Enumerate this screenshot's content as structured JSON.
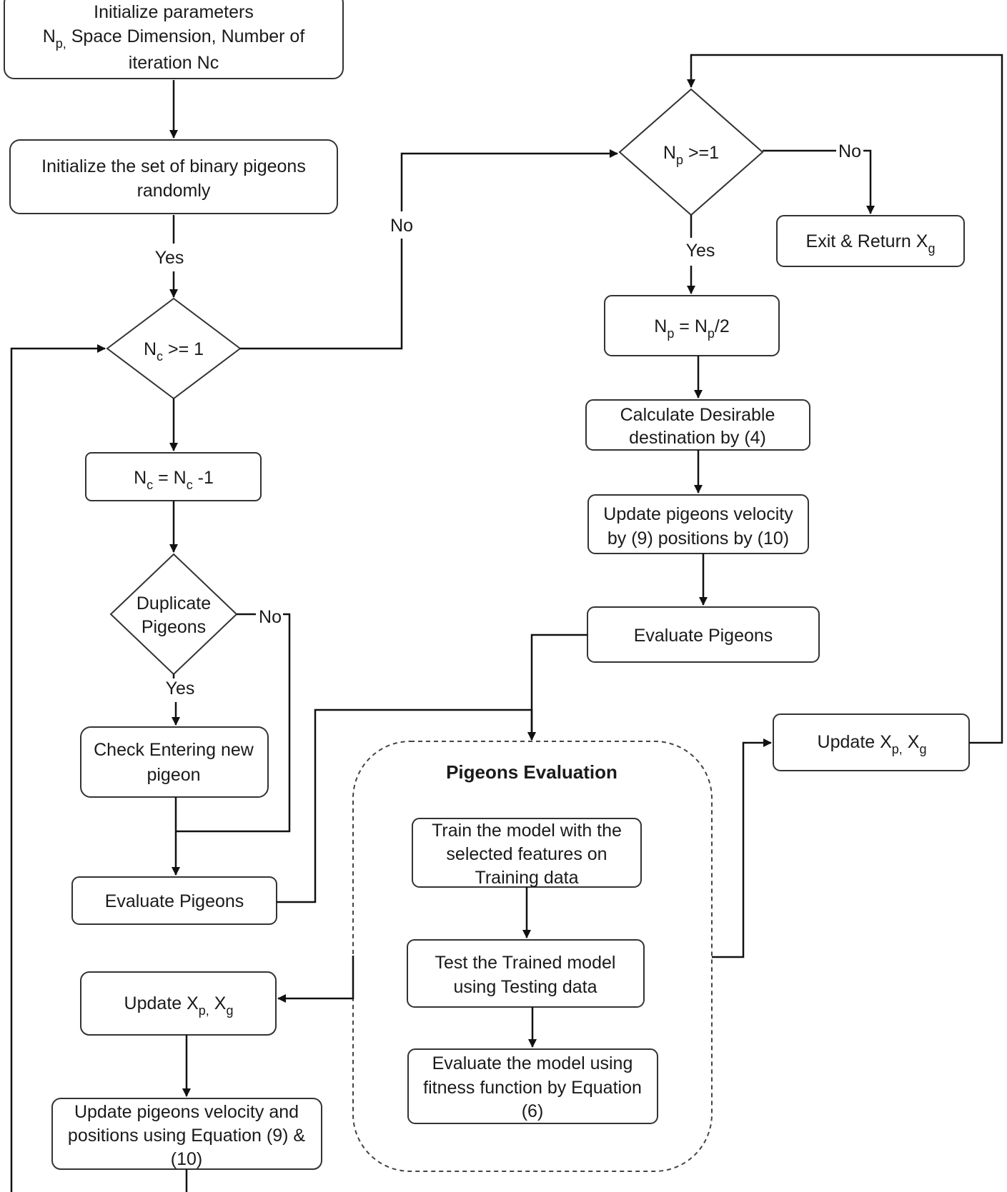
{
  "nodes": {
    "init_params": {
      "shape": "rounded-rect",
      "line1": "Initialize parameters",
      "line2_a": "N",
      "line2_sub": "p,",
      "line2_b": " Space Dimension, Number of",
      "line3": "iteration Nc"
    },
    "init_pigeons": {
      "shape": "rounded-rect",
      "lines": [
        "Initialize the set of binary pigeons",
        "randomly"
      ]
    },
    "nc_check": {
      "shape": "diamond",
      "main": "N",
      "sub": "c",
      "rest": " >= 1"
    },
    "nc_decrement": {
      "shape": "rounded-rect",
      "a": "N",
      "a_sub": "c",
      "mid": " = N",
      "b_sub": "c",
      "rest": " -1"
    },
    "duplicate_check": {
      "shape": "diamond",
      "lines": [
        "Duplicate",
        "Pigeons"
      ]
    },
    "check_entering": {
      "shape": "rounded-rect",
      "lines": [
        "Check  Entering new",
        "pigeon"
      ]
    },
    "evaluate_left": {
      "shape": "rounded-rect",
      "label": "Evaluate Pigeons"
    },
    "update_left": {
      "shape": "rounded-rect",
      "prefix": "Update X",
      "sub1": "p,",
      "mid": " X",
      "sub2": "g"
    },
    "update_velocity_left": {
      "shape": "rounded-rect",
      "lines": [
        "Update pigeons velocity and",
        "positions using Equation (9) &",
        "(10)"
      ]
    },
    "np_check": {
      "shape": "diamond",
      "main": "N",
      "sub": "p",
      "rest": "  >=1"
    },
    "exit_return": {
      "shape": "rounded-rect",
      "prefix": "Exit & Return X",
      "sub": "g"
    },
    "np_halve": {
      "shape": "rounded-rect",
      "a": "N",
      "a_sub": "p",
      "mid": " = N",
      "b_sub": "p",
      "rest": "/2"
    },
    "desirable_dest": {
      "shape": "rounded-rect",
      "lines": [
        "Calculate Desirable",
        "destination by (4)"
      ]
    },
    "update_velocity_right": {
      "shape": "rounded-rect",
      "lines": [
        "Update pigeons velocity",
        "by (9) positions by (10)"
      ]
    },
    "evaluate_right": {
      "shape": "rounded-rect",
      "label": "Evaluate Pigeons"
    },
    "update_right": {
      "shape": "rounded-rect",
      "prefix": "Update X",
      "sub1": "p,",
      "mid": " X",
      "sub2": "g"
    }
  },
  "group": {
    "title": "Pigeons Evaluation",
    "train": [
      "Train the model with the",
      "selected features on",
      "Training data"
    ],
    "test": [
      "Test  the Trained model",
      "using Testing data"
    ],
    "evaluate": [
      "Evaluate the model using",
      "fitness function by Equation",
      "(6)"
    ]
  },
  "edge_labels": {
    "init_to_nc_yes": "Yes",
    "nc_no": "No",
    "duplicate_no": "No",
    "duplicate_yes": "Yes",
    "np_no": "No",
    "np_yes": "Yes"
  },
  "colors": {
    "stroke": "#333333",
    "arrow": "#111111",
    "text": "#1a1a1a",
    "background": "#ffffff"
  }
}
